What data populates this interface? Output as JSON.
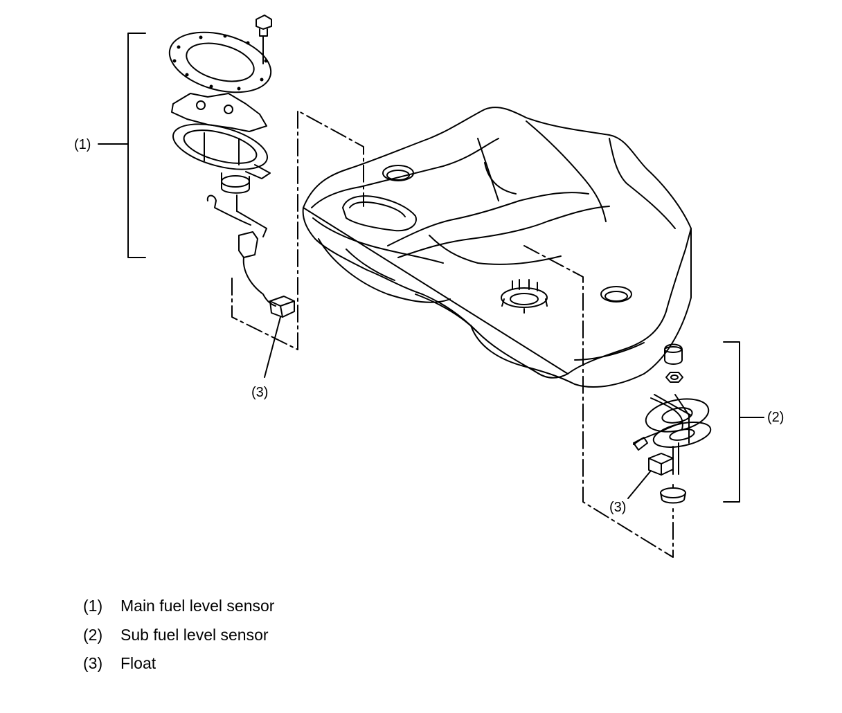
{
  "callouts": {
    "main_sensor": "(1)",
    "sub_sensor": "(2)",
    "float_left": "(3)",
    "float_right": "(3)"
  },
  "legend": [
    {
      "num": "(1)",
      "text": "Main fuel level sensor"
    },
    {
      "num": "(2)",
      "text": "Sub fuel level sensor"
    },
    {
      "num": "(3)",
      "text": "Float"
    }
  ]
}
